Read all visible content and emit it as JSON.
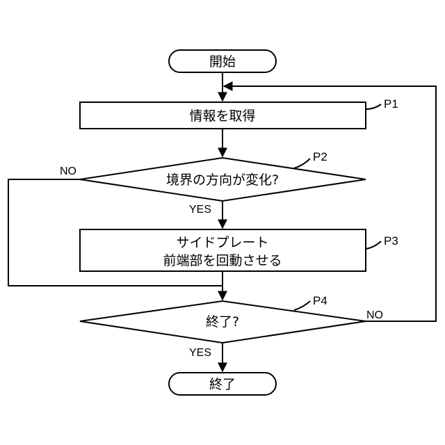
{
  "flowchart": {
    "start": "開始",
    "end": "終了",
    "steps": {
      "p1": {
        "tag": "P1",
        "text": "情報を取得"
      },
      "p2": {
        "tag": "P2",
        "text": "境界の方向が変化?"
      },
      "p3": {
        "tag": "P3",
        "text_line1": "サイドプレート",
        "text_line2": "前端部を回動させる"
      },
      "p4": {
        "tag": "P4",
        "text": "終了?"
      }
    },
    "branches": {
      "p2_no": "NO",
      "p2_yes": "YES",
      "p4_no": "NO",
      "p4_yes": "YES"
    }
  }
}
